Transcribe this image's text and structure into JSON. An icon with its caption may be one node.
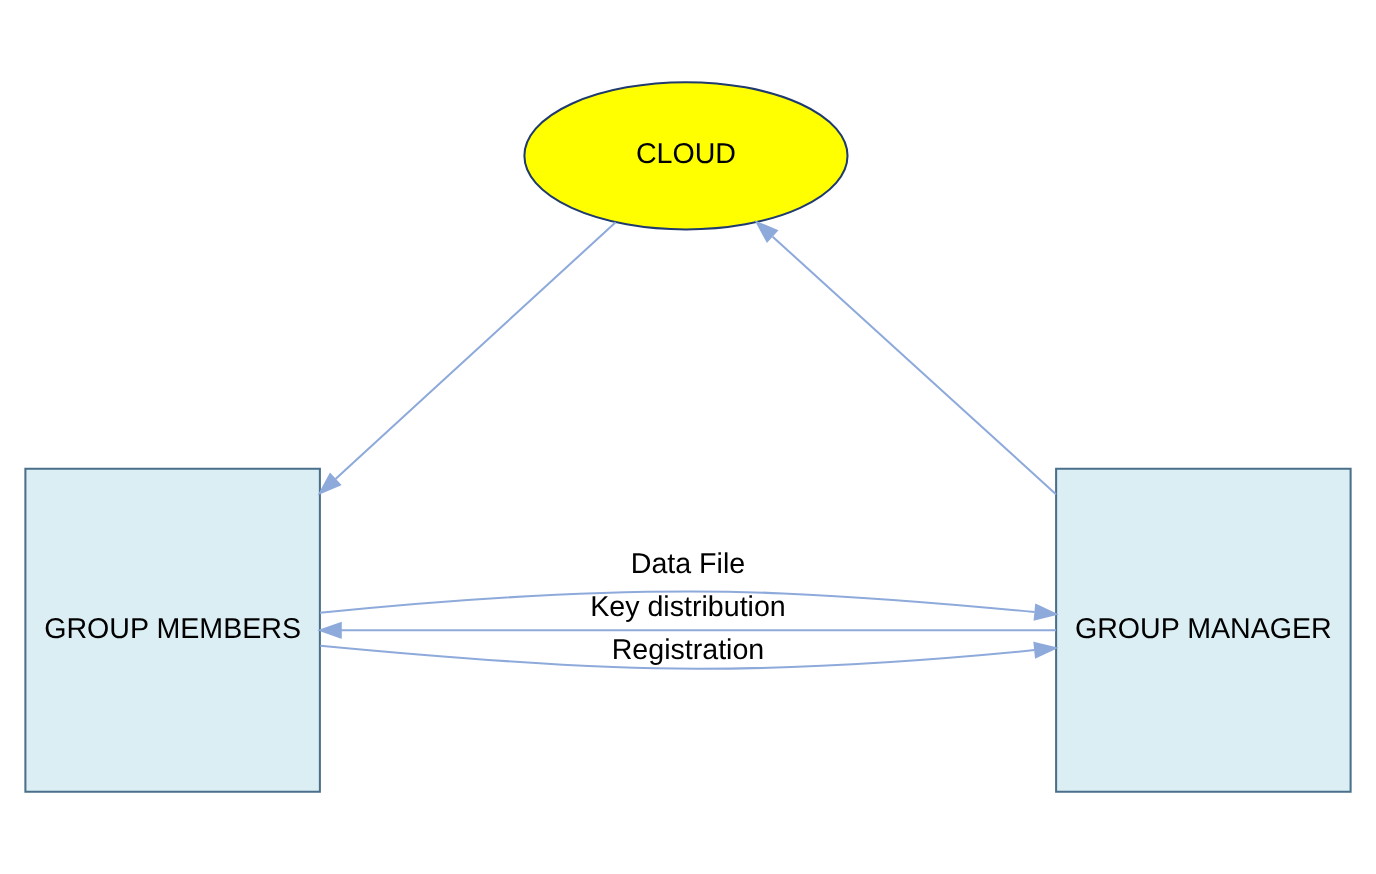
{
  "diagram": {
    "nodes": [
      {
        "text": [
          "CLOUD"
        ]
      },
      {
        "text": [
          "GROUP MANAGER"
        ]
      },
      {
        "text": [
          "GROUP MEMBERS"
        ]
      }
    ],
    "edges": [
      {
        "from": 1,
        "to": 0,
        "arrow": "to"
      },
      {
        "from": 0,
        "to": 2,
        "arrow": "to"
      },
      {
        "from": 2,
        "to": 1,
        "arrow": "to",
        "label": "Registration"
      },
      {
        "from": 1,
        "to": 2,
        "arrow": "to",
        "label": "Key distribution"
      },
      {
        "from": 2,
        "to": 1,
        "arrow": "to",
        "label": "Data File"
      }
    ]
  }
}
